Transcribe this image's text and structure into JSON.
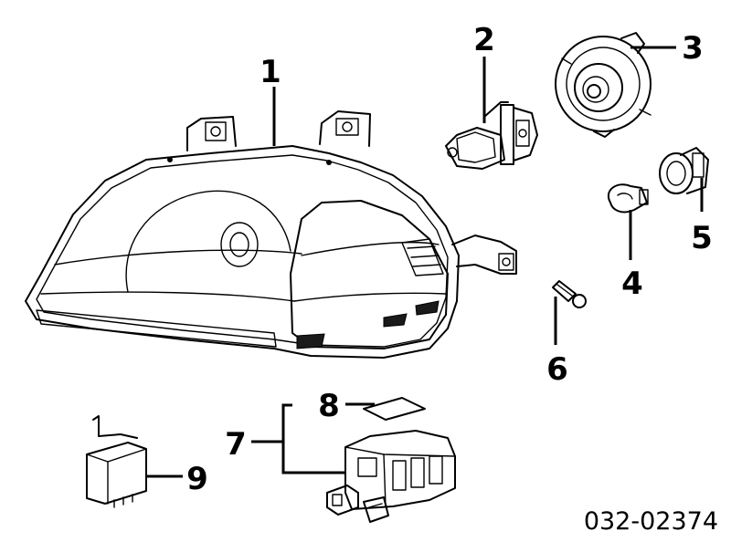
{
  "diagram": {
    "callouts": {
      "c1": "1",
      "c2": "2",
      "c3": "3",
      "c4": "4",
      "c5": "5",
      "c6": "6",
      "c7": "7",
      "c8": "8",
      "c9": "9"
    },
    "diagram_code": "032-02374"
  }
}
